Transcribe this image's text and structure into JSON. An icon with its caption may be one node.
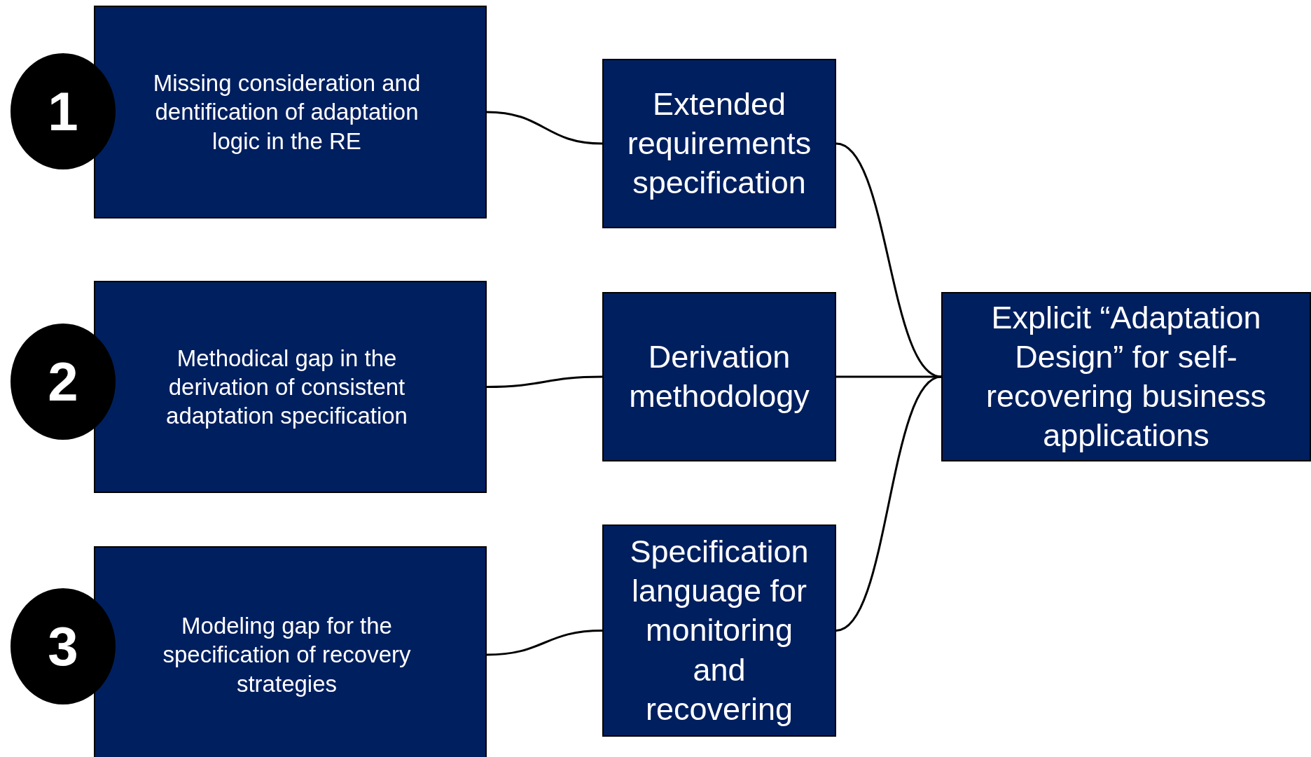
{
  "diagram": {
    "nodes": [
      {
        "text": [
          "1"
        ]
      },
      {
        "text": [
          "Missing consideration and dentification of adaptation logic in the RE"
        ]
      },
      {
        "text": [
          "Extended requirements specification"
        ]
      },
      {
        "text": [
          "2"
        ]
      },
      {
        "text": [
          "Methodical gap in the derivation of consistent adaptation specification"
        ]
      },
      {
        "text": [
          "Derivation methodology"
        ]
      },
      {
        "text": [
          "Explicit “Adaptation Design” for self-recovering business applications"
        ]
      },
      {
        "text": [
          "3"
        ]
      },
      {
        "text": [
          "Modeling gap for the specification of recovery strategies"
        ]
      },
      {
        "text": [
          "Specification language for monitoring and recovering"
        ]
      }
    ],
    "edges": [
      {
        "from": 1,
        "to": 2,
        "arrow": "none"
      },
      {
        "from": 4,
        "to": 5,
        "arrow": "none"
      },
      {
        "from": 8,
        "to": 9,
        "arrow": "none"
      },
      {
        "from": 2,
        "to": 6,
        "arrow": "none"
      },
      {
        "from": 5,
        "to": 6,
        "arrow": "none"
      },
      {
        "from": 9,
        "to": 6,
        "arrow": "none"
      }
    ]
  }
}
